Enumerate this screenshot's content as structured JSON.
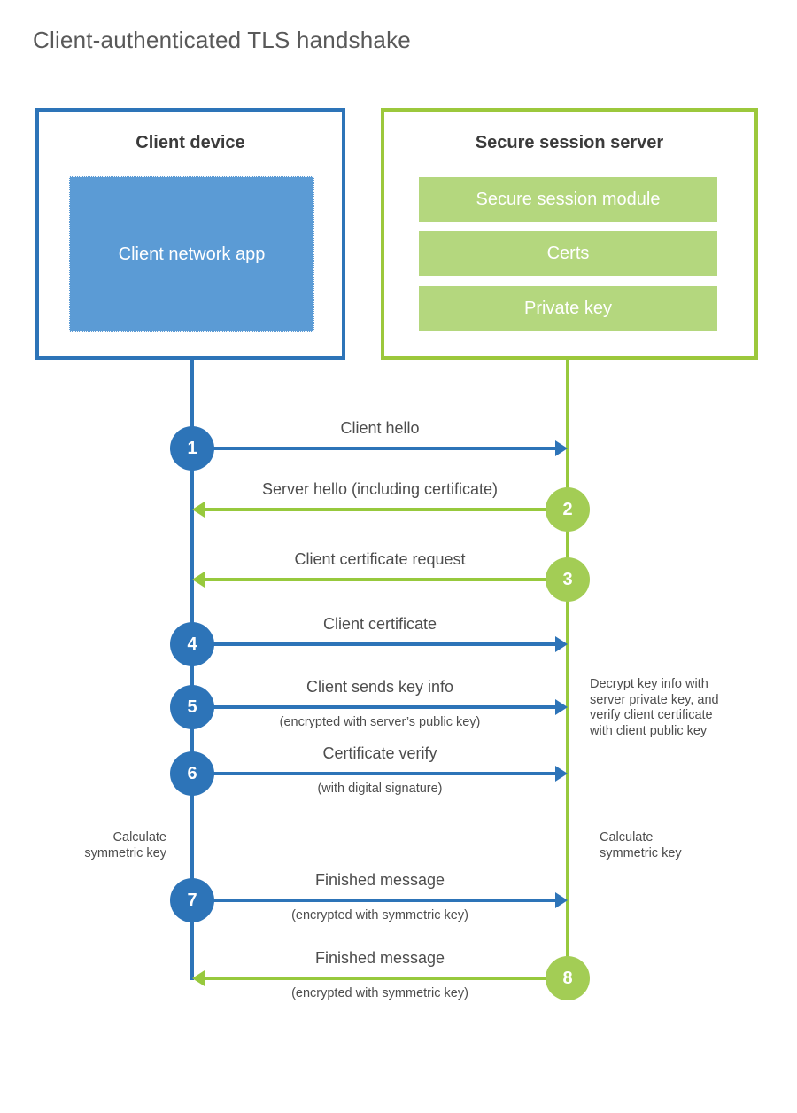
{
  "title": "Client-authenticated TLS handshake",
  "colors": {
    "blue_line": "#2d74b8",
    "blue_fill": "#5b9bd5",
    "green_line": "#97c93d",
    "green_circle": "#a3cd55",
    "green_fill": "#b4d77e",
    "label_text": "#4d4d4d",
    "title_text": "#595959"
  },
  "client_box": {
    "title": "Client device",
    "app_label": "Client network app"
  },
  "server_box": {
    "title": "Secure session server",
    "modules": [
      "Secure session module",
      "Certs",
      "Private key"
    ]
  },
  "steps": [
    {
      "number": "1",
      "label": "Client hello",
      "sublabel": "",
      "from": "client",
      "to": "server"
    },
    {
      "number": "2",
      "label": "Server hello (including certificate)",
      "sublabel": "",
      "from": "server",
      "to": "client"
    },
    {
      "number": "3",
      "label": "Client certificate request",
      "sublabel": "",
      "from": "server",
      "to": "client"
    },
    {
      "number": "4",
      "label": "Client certificate",
      "sublabel": "",
      "from": "client",
      "to": "server"
    },
    {
      "number": "5",
      "label": "Client sends key info",
      "sublabel": "(encrypted with server’s public key)",
      "from": "client",
      "to": "server"
    },
    {
      "number": "6",
      "label": "Certificate verify",
      "sublabel": "(with digital signature)",
      "from": "client",
      "to": "server"
    },
    {
      "number": "7",
      "label": "Finished message",
      "sublabel": "(encrypted with symmetric key)",
      "from": "client",
      "to": "server"
    },
    {
      "number": "8",
      "label": "Finished message",
      "sublabel": "(encrypted with symmetric key)",
      "from": "server",
      "to": "client"
    }
  ],
  "annotations": {
    "server_note": "Decrypt key info with server private key, and verify client certificate with client public key",
    "client_calc": "Calculate symmetric key",
    "server_calc": "Calculate symmetric key"
  }
}
